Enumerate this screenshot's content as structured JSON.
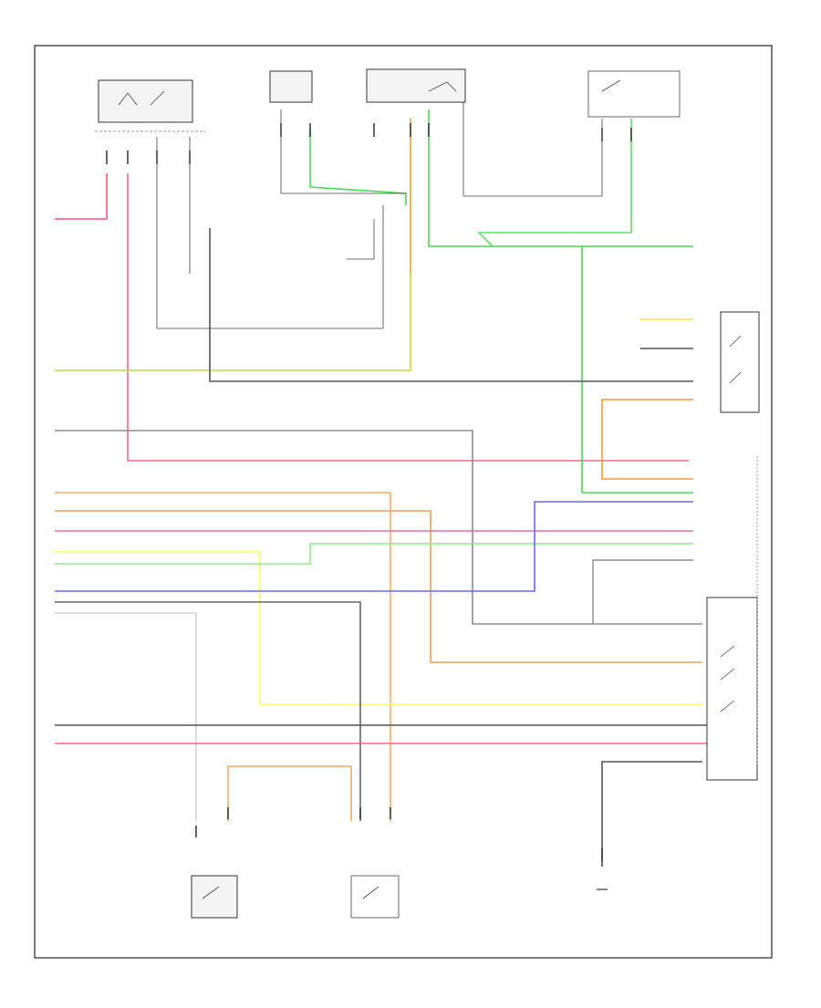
{
  "diagram": {
    "footer_code": "",
    "components": [
      {
        "id": "main_switch",
        "lines": [
          "",
          "",
          ""
        ]
      },
      {
        "id": "ww_tail_lamp_a",
        "lines": [
          "",
          "",
          "",
          ""
        ]
      },
      {
        "id": "tail_lamp_relay",
        "lines": [
          "",
          "",
          ""
        ]
      },
      {
        "id": "tailgate_switch",
        "lines": [
          "",
          "",
          ""
        ]
      },
      {
        "id": "ground_upper",
        "lines": [
          "",
          "",
          ""
        ]
      },
      {
        "id": "license_lamp",
        "lines": [
          "",
          "",
          ""
        ]
      },
      {
        "id": "blower_unit",
        "lines": [
          "",
          "",
          "",
          ""
        ]
      },
      {
        "id": "left_lamp",
        "lines": [
          "",
          "",
          "",
          "",
          ""
        ]
      },
      {
        "id": "right_lamp",
        "lines": [
          "",
          "",
          "",
          "",
          ""
        ]
      },
      {
        "id": "bottom_ground",
        "lines": [
          "",
          ""
        ]
      },
      {
        "id": "body_module",
        "lines": [
          "",
          "",
          "",
          "",
          "",
          "",
          "",
          ""
        ]
      }
    ],
    "wire_labels": {
      "red_left": "",
      "yel_grn": "",
      "blk_upper": "",
      "gry_vlt": "",
      "org": "",
      "pnk": "",
      "yel": "",
      "grn_wht": "",
      "blu_wht": "",
      "gry_blk": "",
      "blk_mid": "",
      "blk_low": "",
      "red_low": ""
    },
    "module_pins": [
      "",
      "",
      "",
      "",
      "",
      "",
      "",
      "",
      "",
      "",
      "",
      "",
      ""
    ]
  }
}
